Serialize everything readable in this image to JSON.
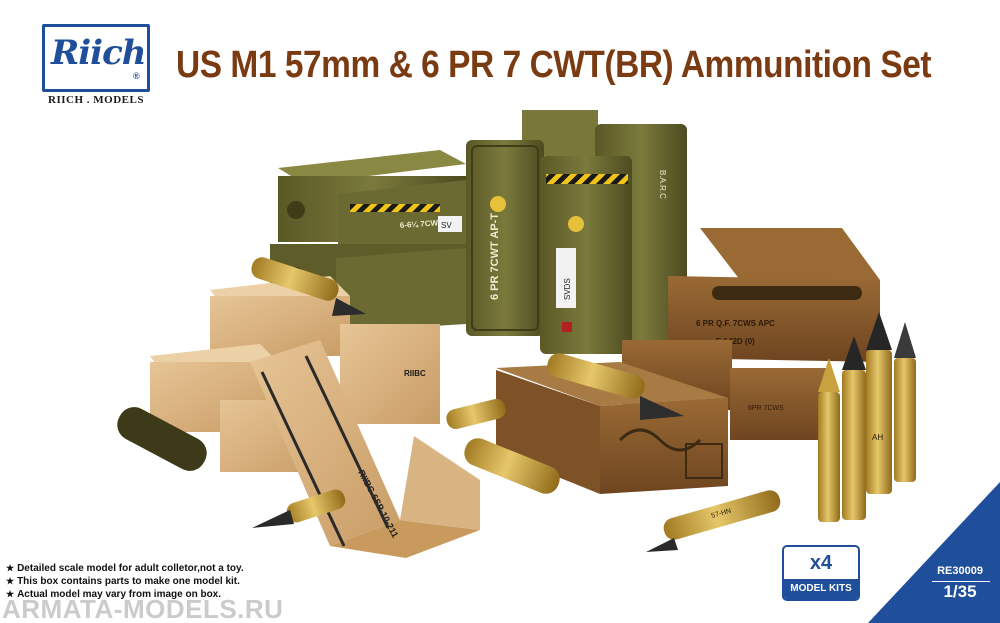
{
  "brand": {
    "logo_text": "Riich",
    "registered": "®",
    "caption": "RIICH . MODELS",
    "color": "#1f4f9a"
  },
  "title": "US M1 57mm & 6 PR 7 CWT(BR) Ammunition Set",
  "title_color": "#7a3b12",
  "art_labels": {
    "big_crate": "RIIBC-6SP-10-211",
    "crate_small": "RIIBC",
    "box_gray": "6-6¼ 7CWTAP-T",
    "sv_label": "SV",
    "tall_can": "6 PR 7CWT AP-T",
    "tall_can_label": "SVDS",
    "barc": "B.A.R.C",
    "box1_line1": "6 PR Q.F. 7CWS APC",
    "box1_line2": "E 142D (0)",
    "box_small": "6PR 7CWS",
    "shell_mark1": "57-HN",
    "shell_mark2": "AH"
  },
  "notes": [
    "Detailed scale model for adult colletor,not a toy.",
    "This box contains parts to make one model kit.",
    "Actual model may vary from image on box."
  ],
  "note_icon": "star-icon",
  "watermark": "ARMATA-MODELS.RU",
  "badge": {
    "count": "x4",
    "label": "MODEL KITS"
  },
  "product_code": "RE30009",
  "scale": "1/35",
  "colors": {
    "olive": "#6b6a32",
    "olive_dark": "#4a4820",
    "wood": "#d9b483",
    "brown_box": "#8a5a2b",
    "brass": "#c9a240",
    "corner": "#1f4f9a"
  }
}
